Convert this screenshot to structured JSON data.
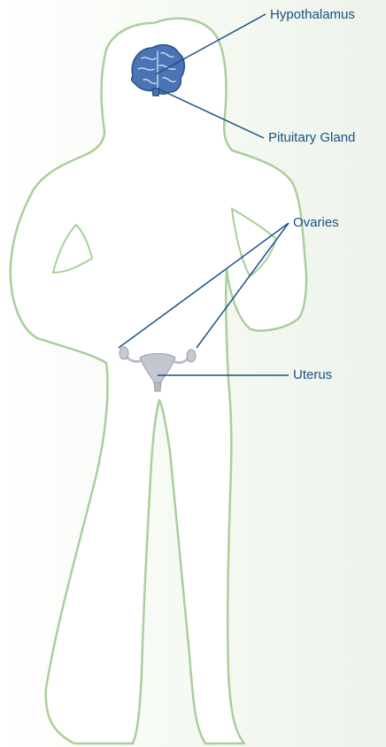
{
  "labels": {
    "hypothalamus": "Hypothalamus",
    "pituitary_gland": "Pituitary Gland",
    "ovaries": "Ovaries",
    "uterus": "Uterus"
  },
  "colors": {
    "label_text": "#1a4f86",
    "leader_line": "#1a4f86",
    "body_outline": "#a9cf9b",
    "body_fill": "#ffffff",
    "brain": "#4a74b4",
    "brain_dark": "#2c4f8c",
    "reproductive_organs": "#b8bcc5"
  },
  "icons": {
    "brain": "brain-icon",
    "reproductive_organs": "uterus-icon"
  }
}
